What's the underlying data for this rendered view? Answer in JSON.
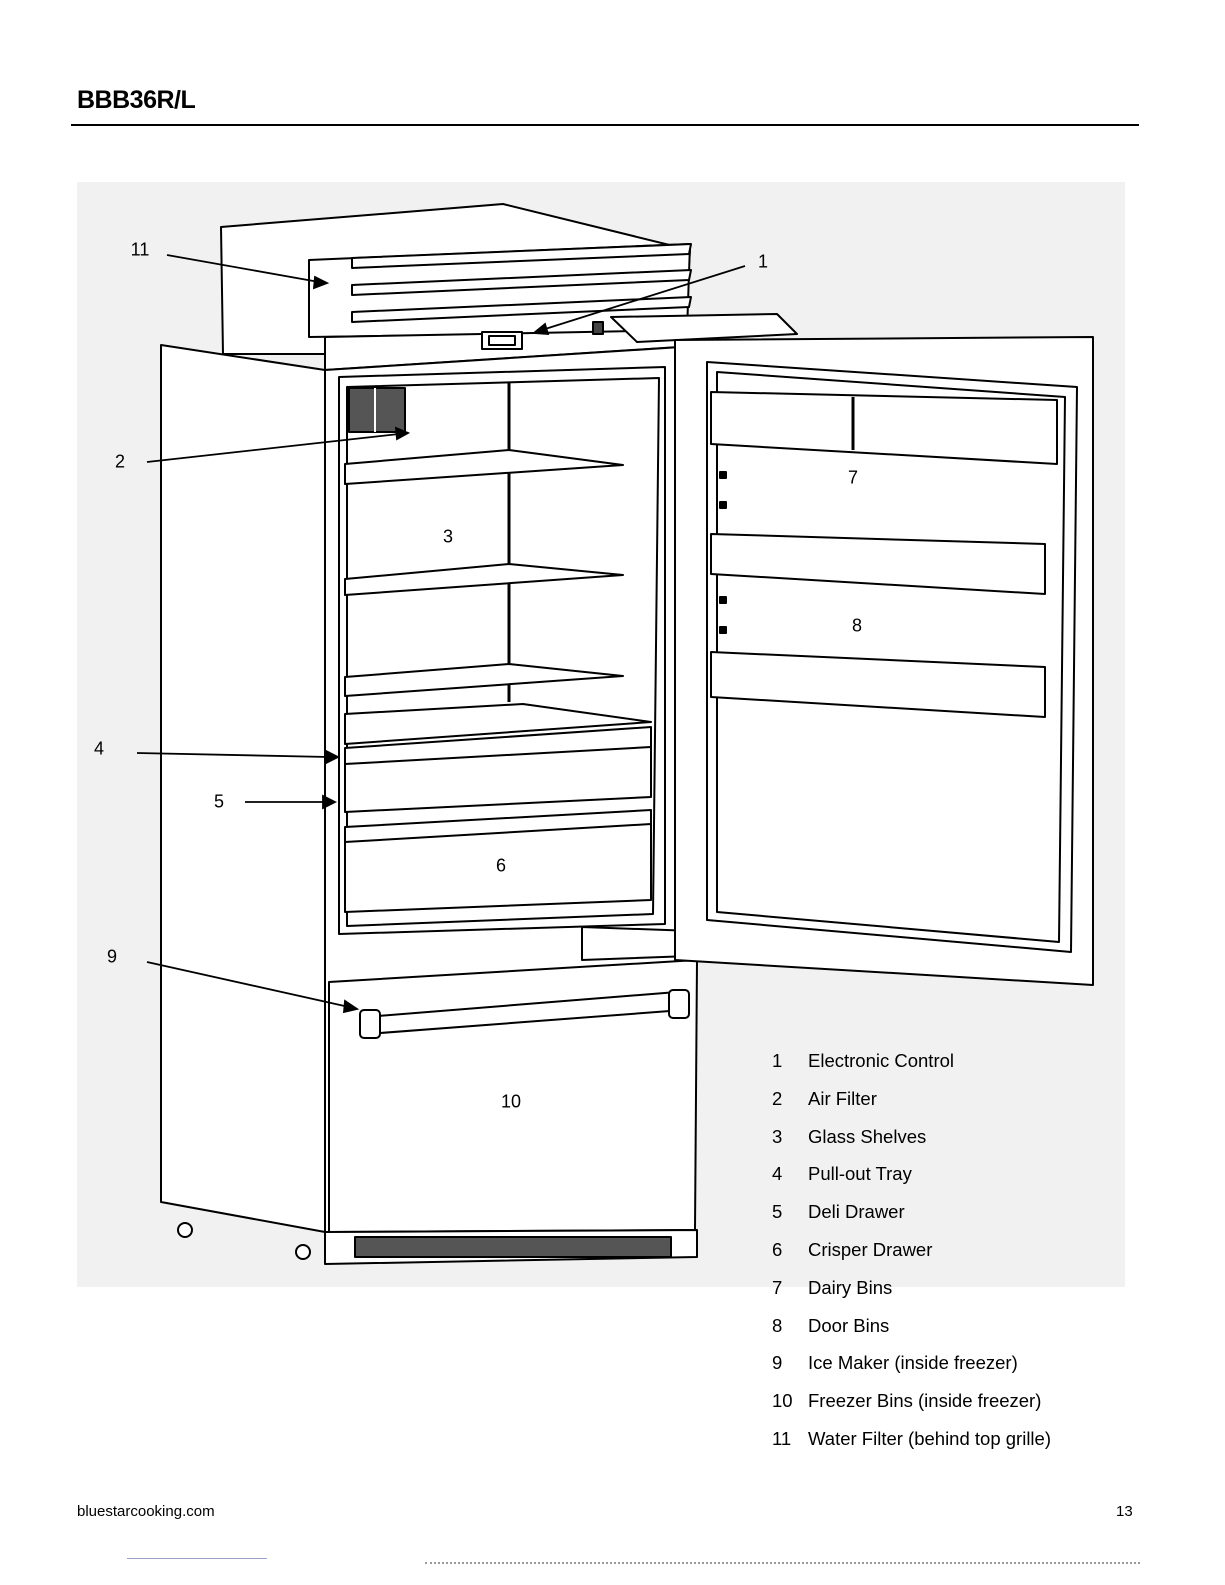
{
  "page": {
    "title": "BBB36R/L",
    "footer_url": "bluestarcooking.com",
    "page_number": "13"
  },
  "figure": {
    "callouts": [
      "11",
      "1",
      "2",
      "3",
      "7",
      "8",
      "4",
      "5",
      "6",
      "9",
      "10"
    ]
  },
  "legend": [
    {
      "num": "1",
      "text": "Electronic Control"
    },
    {
      "num": "2",
      "text": "Air Filter"
    },
    {
      "num": "3",
      "text": "Glass Shelves"
    },
    {
      "num": "4",
      "text": "Pull-out Tray"
    },
    {
      "num": "5",
      "text": "Deli Drawer"
    },
    {
      "num": "6",
      "text": "Crisper Drawer"
    },
    {
      "num": "7",
      "text": "Dairy Bins"
    },
    {
      "num": "8",
      "text": "Door Bins"
    },
    {
      "num": "9",
      "text": "Ice Maker (inside freezer)"
    },
    {
      "num": "10",
      "text": "Freezer Bins (inside freezer)"
    },
    {
      "num": "11",
      "text": "Water Filter (behind top grille)"
    }
  ]
}
